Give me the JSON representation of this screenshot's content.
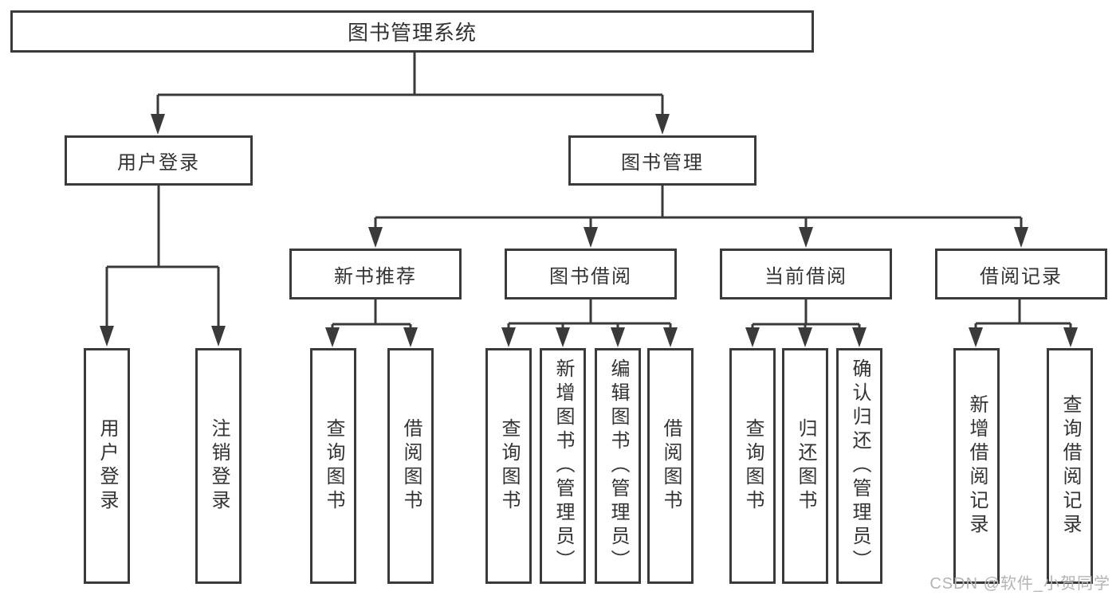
{
  "diagram": {
    "title": "图书管理系统",
    "tree": {
      "label": "图书管理系统",
      "children": [
        {
          "label": "用户登录",
          "children": [
            {
              "label": "用户登录"
            },
            {
              "label": "注销登录"
            }
          ]
        },
        {
          "label": "图书管理",
          "children": [
            {
              "label": "新书推荐",
              "children": [
                {
                  "label": "查询图书"
                },
                {
                  "label": "借阅图书"
                }
              ]
            },
            {
              "label": "图书借阅",
              "children": [
                {
                  "label": "查询图书"
                },
                {
                  "label": "新增图书（管理员）"
                },
                {
                  "label": "编辑图书（管理员）"
                },
                {
                  "label": "借阅图书"
                }
              ]
            },
            {
              "label": "当前借阅",
              "children": [
                {
                  "label": "查询图书"
                },
                {
                  "label": "归还图书"
                },
                {
                  "label": "确认归还（管理员）"
                }
              ]
            },
            {
              "label": "借阅记录",
              "children": [
                {
                  "label": "新增借阅记录"
                },
                {
                  "label": "查询借阅记录"
                }
              ]
            }
          ]
        }
      ]
    }
  },
  "watermark": {
    "text": "CSDN @软件_小贺同学"
  },
  "colors": {
    "line": "#3a3a3a",
    "box_border": "#3a3a3a",
    "text": "#333333",
    "background": "#ffffff",
    "watermark": "#b4b4b4"
  }
}
